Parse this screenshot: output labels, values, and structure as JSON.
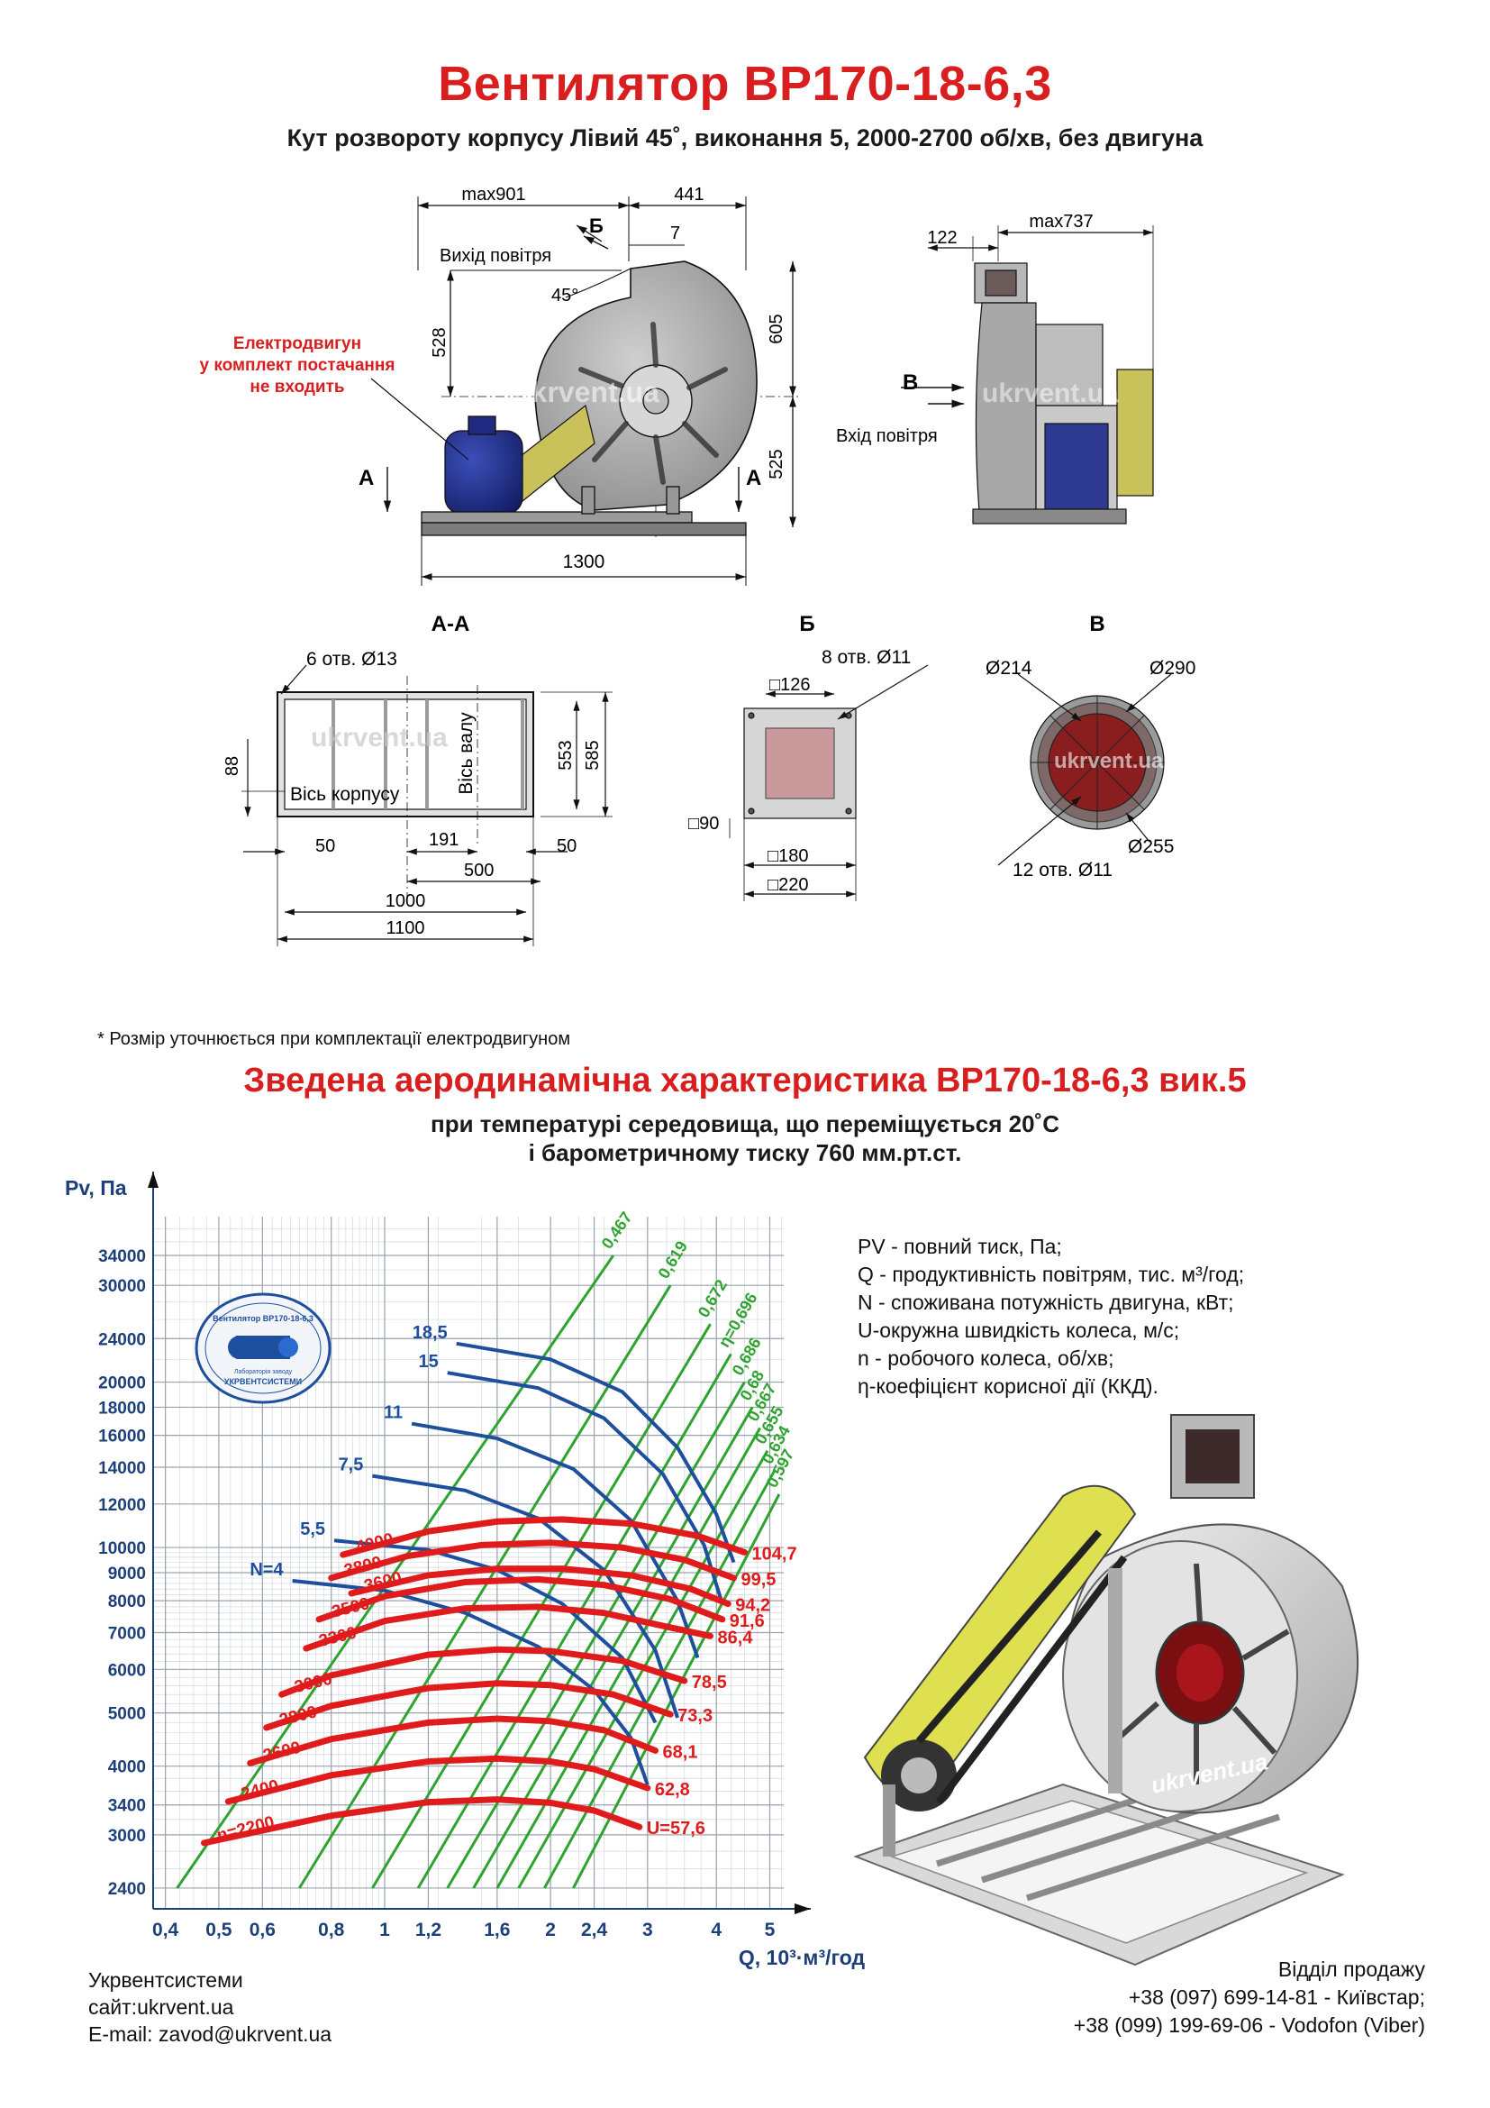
{
  "header": {
    "title": "Вентилятор ВР170-18-6,3",
    "subtitle": "Кут розвороту корпусу Лівий 45˚, виконання 5, 2000-2700 об/хв, без двигуна"
  },
  "drawing": {
    "dim_max901": "max901",
    "dim_441": "441",
    "dim_7": "7",
    "label_b_cyr": "Б",
    "outlet_label": "Вихід повітря",
    "angle_45": "45°",
    "dim_528": "528",
    "dim_605": "605",
    "dim_525": "525",
    "dim_1300": "1300",
    "motor_note_1": "Електродвигун",
    "motor_note_2": "у комплект постачання",
    "motor_note_3": "не входить",
    "label_a_left": "А",
    "label_a_right": "А",
    "watermark": "ukrvent.ua",
    "side_dim_122": "122",
    "side_dim_max737": "max737",
    "side_label_v": "В",
    "inlet_label": "Вхід повітря",
    "view_aa": "А-А",
    "holes_13": "6 отв.  Ø13",
    "dim_88": "88",
    "axis_housing": "Вісь корпусу",
    "axis_shaft": "Вісь валу",
    "dim_553": "553",
    "dim_585": "585",
    "dim_50_left": "50",
    "dim_191": "191",
    "dim_50_right": "50",
    "dim_500": "500",
    "dim_1000": "1000",
    "dim_1100": "1100",
    "view_b": "Б",
    "holes_11": "8 отв.  Ø11",
    "sq_126": "□126",
    "sq_90": "□90",
    "sq_180": "□180",
    "sq_220": "□220",
    "view_v": "В",
    "d214": "Ø214",
    "d290": "Ø290",
    "d255": "Ø255",
    "holes_12": "12 отв.  Ø11"
  },
  "footnote": "* Розмір уточнюється при комплектації електродвигуном",
  "chart_section": {
    "title": "Зведена аеродинамічна характеристика ВР170-18-6,3 вик.5",
    "subtitle_1": "при температурі середовища, що переміщується 20˚С",
    "subtitle_2": "і барометричному тиску 760 мм.рт.ст."
  },
  "legend": {
    "lines": [
      "PV - повний тиск, Па;",
      "Q - продуктивність повітрям, тис. м³/год;",
      "N - споживана потужність двигуна, кВт;",
      "U-окружна швидкість колеса, м/с;",
      "n - робочого колеса, об/хв;",
      "η-коефіцієнт корисної дії (ККД)."
    ]
  },
  "logo": {
    "text_top": "Вентилятор ВР170-18-6,3",
    "text_bottom": "УКРВЕНТСИСТЕМИ",
    "text_mid": "Лабораторія заводу"
  },
  "chart_data": {
    "type": "line",
    "title": "",
    "xlabel": "Q, 10³·м³/год",
    "ylabel": "Pv, Па",
    "x_scale": "log",
    "y_scale": "log",
    "xlim": [
      0.38,
      5.3
    ],
    "ylim": [
      2200,
      40000
    ],
    "x_ticks": [
      0.4,
      0.5,
      0.6,
      0.8,
      1,
      1.2,
      1.6,
      2,
      2.4,
      3,
      4,
      5
    ],
    "x_tick_labels": [
      "0,4",
      "0,5",
      "0,6",
      "0,8",
      "1",
      "1,2",
      "1,6",
      "2",
      "2,4",
      "3",
      "4",
      "5"
    ],
    "y_ticks": [
      2400,
      3000,
      3400,
      4000,
      5000,
      6000,
      7000,
      8000,
      9000,
      10000,
      12000,
      14000,
      16000,
      18000,
      20000,
      24000,
      30000,
      34000
    ],
    "grid": true,
    "speed_curves": [
      {
        "name": "n=2200",
        "label_n": "n=2200",
        "u_label": "U=57,6",
        "points": [
          [
            0.47,
            2900
          ],
          [
            0.8,
            3250
          ],
          [
            1.2,
            3440
          ],
          [
            1.6,
            3480
          ],
          [
            2.0,
            3430
          ],
          [
            2.4,
            3320
          ],
          [
            2.9,
            3100
          ]
        ]
      },
      {
        "name": "2400",
        "label_n": "2400",
        "u_label": "62,8",
        "points": [
          [
            0.52,
            3450
          ],
          [
            0.8,
            3850
          ],
          [
            1.2,
            4080
          ],
          [
            1.6,
            4130
          ],
          [
            2.0,
            4080
          ],
          [
            2.4,
            3950
          ],
          [
            3.0,
            3650
          ]
        ]
      },
      {
        "name": "2600",
        "label_n": "2600",
        "u_label": "68,1",
        "points": [
          [
            0.57,
            4050
          ],
          [
            0.8,
            4480
          ],
          [
            1.2,
            4800
          ],
          [
            1.6,
            4880
          ],
          [
            2.0,
            4830
          ],
          [
            2.5,
            4650
          ],
          [
            3.1,
            4270
          ]
        ]
      },
      {
        "name": "2800",
        "label_n": "2800",
        "u_label": "73,3",
        "points": [
          [
            0.61,
            4700
          ],
          [
            0.8,
            5150
          ],
          [
            1.2,
            5550
          ],
          [
            1.6,
            5660
          ],
          [
            2.0,
            5620
          ],
          [
            2.6,
            5400
          ],
          [
            3.3,
            4970
          ]
        ]
      },
      {
        "name": "3000",
        "label_n": "3000",
        "u_label": "78,5",
        "points": [
          [
            0.65,
            5400
          ],
          [
            0.8,
            5850
          ],
          [
            1.2,
            6380
          ],
          [
            1.6,
            6520
          ],
          [
            2.0,
            6480
          ],
          [
            2.7,
            6220
          ],
          [
            3.5,
            5720
          ]
        ]
      },
      {
        "name": "3300",
        "label_n": "3300",
        "u_label": "86,4",
        "points": [
          [
            0.72,
            6550
          ],
          [
            1.0,
            7350
          ],
          [
            1.4,
            7750
          ],
          [
            1.9,
            7800
          ],
          [
            2.5,
            7600
          ],
          [
            3.2,
            7200
          ],
          [
            3.9,
            6900
          ]
        ]
      },
      {
        "name": "3500",
        "label_n": "3500",
        "u_label": "91,6",
        "points": [
          [
            0.76,
            7400
          ],
          [
            1.0,
            8150
          ],
          [
            1.4,
            8650
          ],
          [
            1.9,
            8750
          ],
          [
            2.5,
            8550
          ],
          [
            3.3,
            8050
          ],
          [
            4.1,
            7400
          ]
        ]
      },
      {
        "name": "3600",
        "label_n": "3600",
        "u_label": "94,2",
        "points": [
          [
            0.87,
            8250
          ],
          [
            1.2,
            8900
          ],
          [
            1.6,
            9150
          ],
          [
            2.1,
            9150
          ],
          [
            2.8,
            8900
          ],
          [
            3.6,
            8400
          ],
          [
            4.2,
            7900
          ]
        ]
      },
      {
        "name": "3800",
        "label_n": "3800",
        "u_label": "99,5",
        "points": [
          [
            0.8,
            8800
          ],
          [
            1.1,
            9650
          ],
          [
            1.5,
            10100
          ],
          [
            2.0,
            10200
          ],
          [
            2.7,
            10000
          ],
          [
            3.5,
            9500
          ],
          [
            4.3,
            8800
          ]
        ]
      },
      {
        "name": "4000",
        "label_n": "4000",
        "u_label": "104,7",
        "points": [
          [
            0.84,
            9700
          ],
          [
            1.2,
            10700
          ],
          [
            1.6,
            11150
          ],
          [
            2.1,
            11250
          ],
          [
            2.8,
            11050
          ],
          [
            3.7,
            10500
          ],
          [
            4.5,
            9800
          ]
        ]
      }
    ],
    "power_curves": [
      {
        "name": "N=4",
        "points": [
          [
            0.68,
            8700
          ],
          [
            1.0,
            8350
          ],
          [
            1.4,
            7600
          ],
          [
            1.9,
            6600
          ],
          [
            2.4,
            5500
          ],
          [
            2.8,
            4500
          ],
          [
            3.0,
            3700
          ]
        ]
      },
      {
        "name": "5,5",
        "points": [
          [
            0.81,
            10300
          ],
          [
            1.2,
            9900
          ],
          [
            1.6,
            9100
          ],
          [
            2.1,
            7900
          ],
          [
            2.7,
            6300
          ],
          [
            3.1,
            4800
          ]
        ]
      },
      {
        "name": "7,5",
        "points": [
          [
            0.95,
            13500
          ],
          [
            1.4,
            12700
          ],
          [
            1.9,
            11300
          ],
          [
            2.5,
            9100
          ],
          [
            3.1,
            6500
          ],
          [
            3.4,
            4900
          ]
        ]
      },
      {
        "name": "11",
        "points": [
          [
            1.12,
            16800
          ],
          [
            1.6,
            15800
          ],
          [
            2.2,
            13900
          ],
          [
            2.8,
            11200
          ],
          [
            3.4,
            8000
          ],
          [
            3.7,
            6300
          ]
        ]
      },
      {
        "name": "15",
        "points": [
          [
            1.3,
            20800
          ],
          [
            1.9,
            19500
          ],
          [
            2.5,
            17200
          ],
          [
            3.2,
            13600
          ],
          [
            3.8,
            10100
          ],
          [
            4.1,
            7900
          ]
        ]
      },
      {
        "name": "18,5",
        "points": [
          [
            1.35,
            23500
          ],
          [
            2.0,
            22000
          ],
          [
            2.7,
            19200
          ],
          [
            3.4,
            15200
          ],
          [
            4.0,
            11500
          ],
          [
            4.3,
            9400
          ]
        ]
      }
    ],
    "efficiency_lines": [
      {
        "name": "0,467",
        "points": [
          [
            0.42,
            2400
          ],
          [
            2.6,
            34000
          ]
        ]
      },
      {
        "name": "0,619",
        "points": [
          [
            0.7,
            2400
          ],
          [
            3.3,
            30000
          ]
        ]
      },
      {
        "name": "0,672",
        "points": [
          [
            0.95,
            2400
          ],
          [
            3.9,
            25500
          ]
        ]
      },
      {
        "name": "η=0,696",
        "points": [
          [
            1.15,
            2400
          ],
          [
            4.25,
            22500
          ]
        ]
      },
      {
        "name": "0,686",
        "points": [
          [
            1.3,
            2400
          ],
          [
            4.5,
            20000
          ]
        ]
      },
      {
        "name": "0,68",
        "points": [
          [
            1.45,
            2400
          ],
          [
            4.65,
            18000
          ]
        ]
      },
      {
        "name": "0,667",
        "points": [
          [
            1.6,
            2400
          ],
          [
            4.8,
            16500
          ]
        ]
      },
      {
        "name": "0,655",
        "points": [
          [
            1.75,
            2400
          ],
          [
            4.95,
            15000
          ]
        ]
      },
      {
        "name": "0,634",
        "points": [
          [
            1.95,
            2400
          ],
          [
            5.1,
            13800
          ]
        ]
      },
      {
        "name": "0,597",
        "points": [
          [
            2.2,
            2400
          ],
          [
            5.2,
            12500
          ]
        ]
      }
    ],
    "colors": {
      "speed": "#e01b1b",
      "power": "#1d4f9c",
      "efficiency": "#2fa32f",
      "grid": "#9aa3ad"
    }
  },
  "footer": {
    "company": "Укрвентсистеми",
    "site": "сайт:ukrvent.ua",
    "email": "E-mail: zavod@ukrvent.ua",
    "sales": "Відділ продажу",
    "phone_1": "+38 (097) 699-14-81 - Київстар;",
    "phone_2": "+38 (099) 199-69-06 - Vodofon (Viber)"
  }
}
